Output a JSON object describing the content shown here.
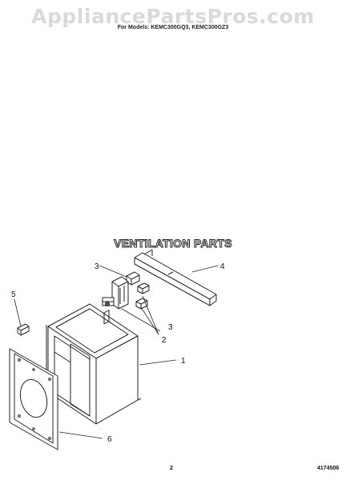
{
  "header": {
    "watermark": "AppliancePartsPros.com",
    "models_line": "For Models: KEMC300GQ3, KEMC300GZ3"
  },
  "diagram": {
    "title": "VENTILATION PARTS",
    "callouts": [
      "1",
      "2",
      "3",
      "3",
      "4",
      "5",
      "6"
    ]
  },
  "footer": {
    "page_number": "2",
    "doc_number": "4174506"
  }
}
